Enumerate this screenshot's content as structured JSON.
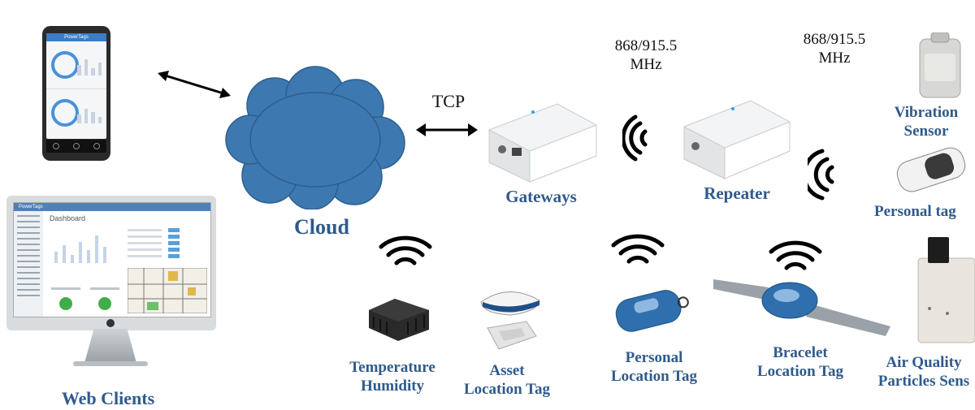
{
  "labels": {
    "cloud": "Cloud",
    "tcp": "TCP",
    "gateways": "Gateways",
    "repeater": "Repeater",
    "freq1": "868/915.5",
    "freq1_unit": "MHz",
    "freq2": "868/915.5",
    "freq2_unit": "MHz",
    "web_clients": "Web Clients",
    "vibration_l1": "Vibration",
    "vibration_l2": "Sensor",
    "personal_tag": "Personal tag",
    "temp_l1": "Temperature",
    "temp_l2": "Humidity",
    "asset_l1": "Asset",
    "asset_l2": "Location Tag",
    "personal_loc_l1": "Personal",
    "personal_loc_l2": "Location Tag",
    "bracelet_l1": "Bracelet",
    "bracelet_l2": "Location Tag",
    "air_l1": "Air Quality",
    "air_l2": "Particles Sens"
  },
  "phone_app": {
    "title": "PowerTags"
  },
  "web_app": {
    "title": "PowerTags",
    "page": "Dashboard"
  },
  "colors": {
    "label_blue": "#2f5a8c",
    "cloud": "#3d78b0",
    "tag_blue": "#2f6fae"
  },
  "icons": [
    "double-arrow-icon",
    "wifi-signal-icon",
    "cloud-icon"
  ]
}
